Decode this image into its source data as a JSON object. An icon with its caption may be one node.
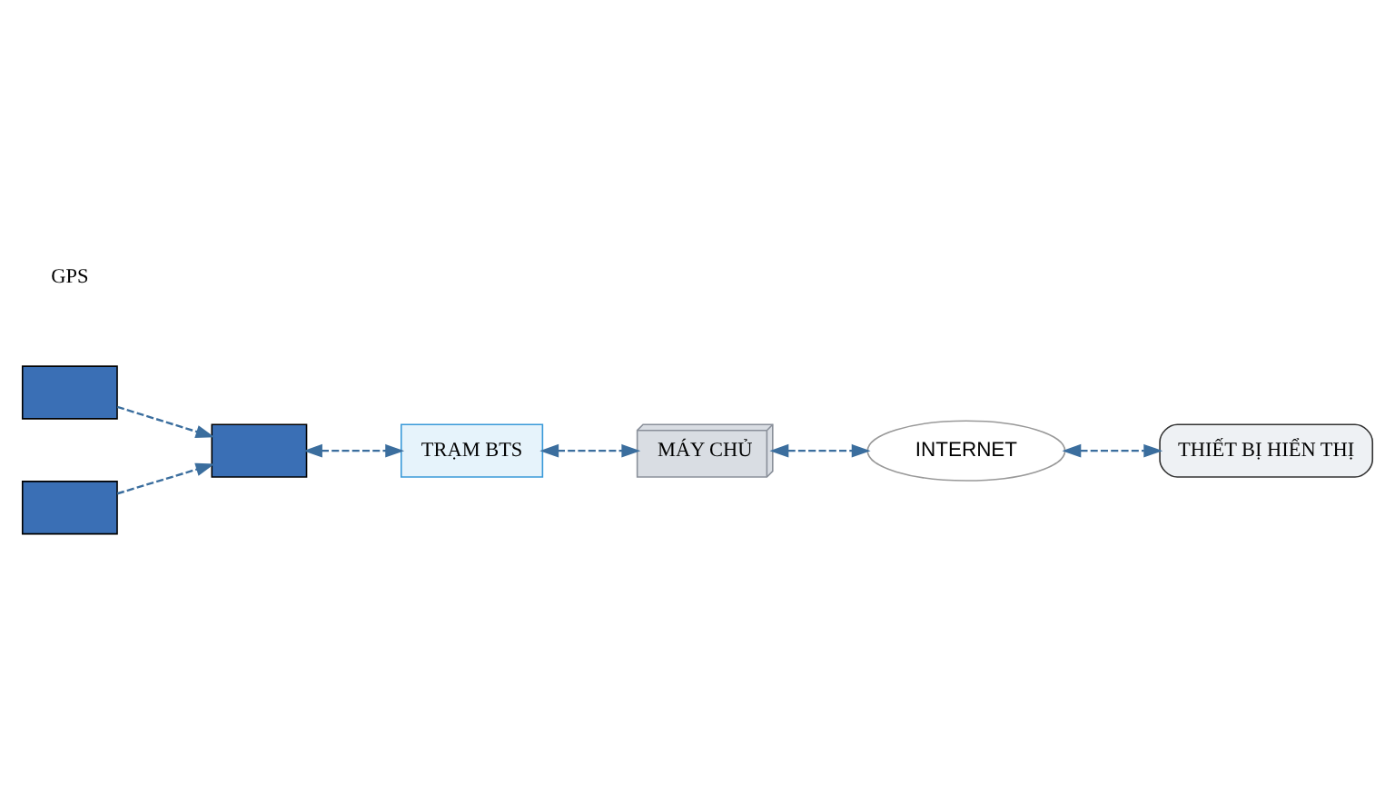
{
  "diagram": {
    "nodes": [
      {
        "text": [],
        "shape": "box"
      },
      {
        "text": [],
        "shape": "box"
      },
      {
        "text": [],
        "shape": "box"
      },
      {
        "text": [
          "TRẠM BTS"
        ]
      },
      {
        "text": [
          "MÁY CHỦ"
        ]
      },
      {
        "text": [
          "INTERNET"
        ]
      },
      {
        "text": [
          "THIẾT BỊ HIỂN THỊ"
        ]
      }
    ],
    "edges": [
      {
        "from": 0,
        "to": 2,
        "arrow": "to",
        "style": "dashed"
      },
      {
        "from": 1,
        "to": 2,
        "arrow": "to",
        "style": "dashed"
      },
      {
        "from": 2,
        "to": 3,
        "arrow": "both",
        "style": "dashed"
      },
      {
        "from": 3,
        "to": 4,
        "arrow": "both",
        "style": "dashed"
      },
      {
        "from": 4,
        "to": 5,
        "arrow": "both",
        "style": "dashed"
      },
      {
        "from": 5,
        "to": 6,
        "arrow": "both",
        "style": "dashed"
      }
    ],
    "labels": [
      "GPS"
    ]
  }
}
